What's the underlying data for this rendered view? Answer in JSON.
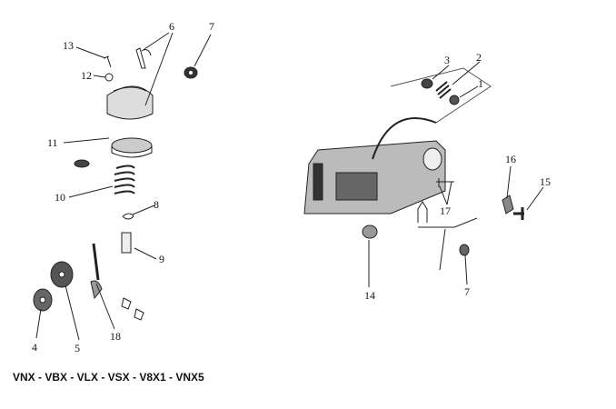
{
  "left_labels": [
    "13",
    "6",
    "7",
    "12",
    "11",
    "10",
    "8",
    "9",
    "4",
    "5",
    "18"
  ],
  "right_labels": [
    "3",
    "2",
    "1",
    "16",
    "15",
    "17",
    "14",
    "7"
  ],
  "models_caption": "VNX - VBX - VLX - VSX -  V8X1  - VNX5"
}
